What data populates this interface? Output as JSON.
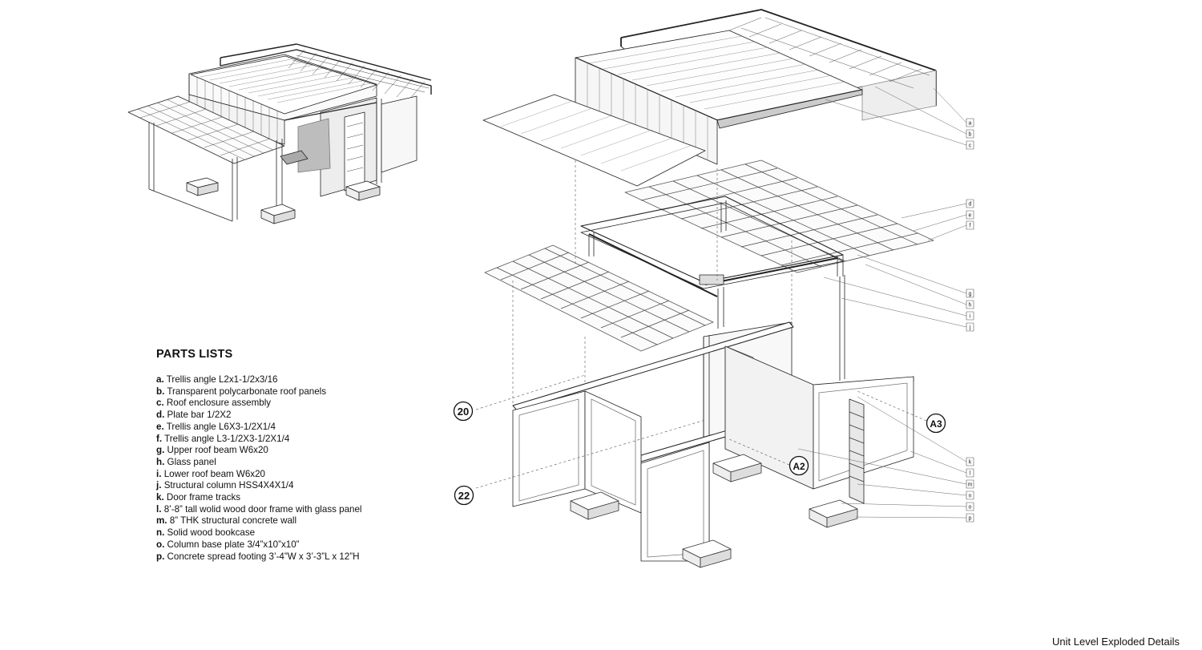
{
  "parts": {
    "title": "PARTS LISTS",
    "items": [
      {
        "letter": "a.",
        "text": "Trellis angle L2x1-1/2x3/16"
      },
      {
        "letter": "b.",
        "text": "Transparent polycarbonate roof panels"
      },
      {
        "letter": "c.",
        "text": "Roof enclosure assembly"
      },
      {
        "letter": "d.",
        "text": "Plate bar 1/2X2"
      },
      {
        "letter": "e.",
        "text": "Trellis angle L6X3-1/2X1/4"
      },
      {
        "letter": "f.",
        "text": "Trellis angle L3-1/2X3-1/2X1/4"
      },
      {
        "letter": "g.",
        "text": "Upper roof beam W6x20"
      },
      {
        "letter": "h.",
        "text": "Glass panel"
      },
      {
        "letter": "i.",
        "text": "Lower roof beam W6x20"
      },
      {
        "letter": "j.",
        "text": "Structural column HSS4X4X1/4"
      },
      {
        "letter": "k.",
        "text": "Door frame tracks"
      },
      {
        "letter": "l.",
        "text": "8’-8” tall wolid wood door frame with glass panel"
      },
      {
        "letter": "m.",
        "text": "8” THK structural concrete wall"
      },
      {
        "letter": "n.",
        "text": "Solid wood bookcase"
      },
      {
        "letter": "o.",
        "text": "Column base plate 3/4”x10”x10”"
      },
      {
        "letter": "p.",
        "text": "Concrete spread footing 3’-4”W x 3’-3”L x 12”H"
      }
    ]
  },
  "callout_letters": [
    "a",
    "b",
    "c",
    "d",
    "e",
    "f",
    "g",
    "h",
    "i",
    "j",
    "k",
    "l",
    "m",
    "n",
    "o",
    "p"
  ],
  "section_markers": [
    "20",
    "22",
    "A2",
    "A3"
  ],
  "caption": "Unit Level Exploded Details"
}
